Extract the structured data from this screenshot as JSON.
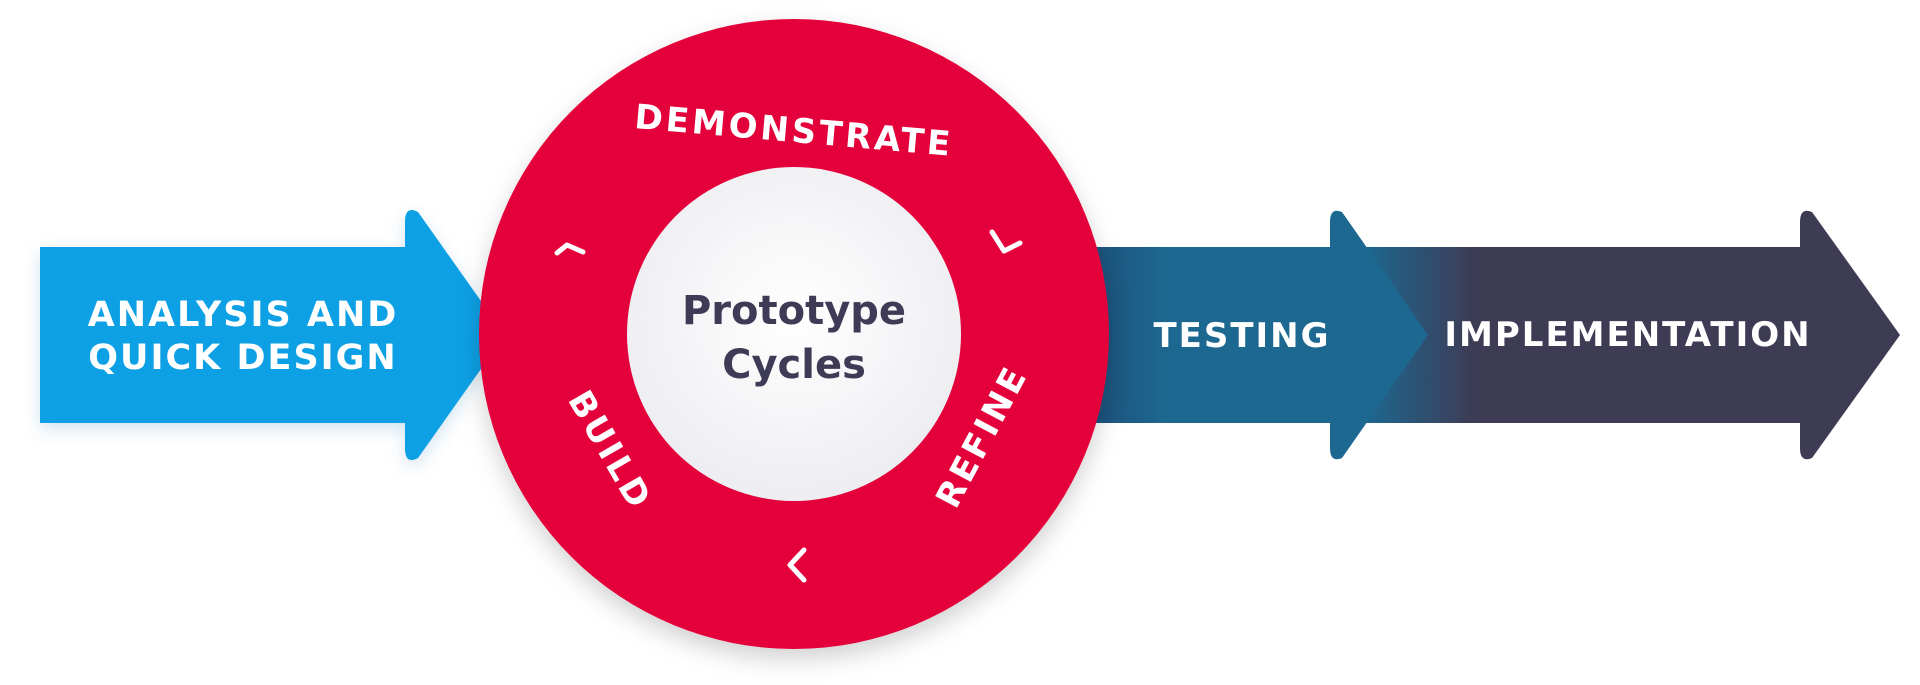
{
  "stages": {
    "analysis": {
      "line1": "ANALYSIS AND",
      "line2": "QUICK DESIGN"
    },
    "testing": {
      "label": "TESTING"
    },
    "implementation": {
      "label": "IMPLEMENTATION"
    }
  },
  "cycle": {
    "title_line1": "Prototype",
    "title_line2": "Cycles",
    "steps": [
      "DEMONSTRATE",
      "REFINE",
      "BUILD"
    ]
  },
  "colors": {
    "analysis": "#0aa0e4",
    "testing": "#1d6890",
    "implementation": "#3e3b55",
    "cycle": "#e4003a",
    "center_text": "#3d3b55"
  }
}
